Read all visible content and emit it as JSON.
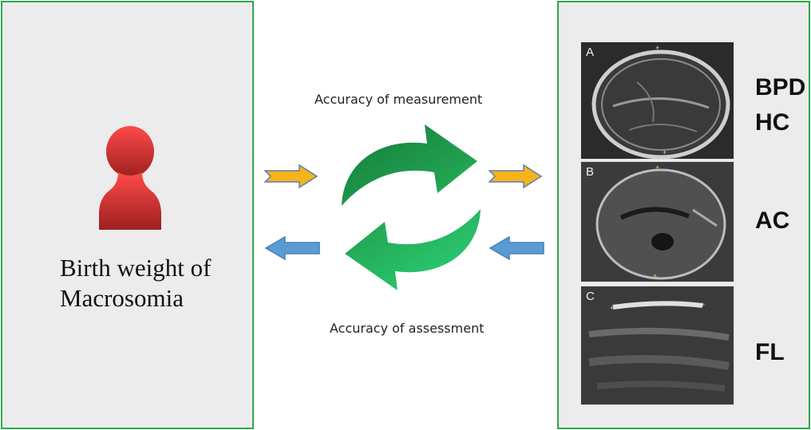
{
  "left_panel": {
    "caption_line1": "Birth weight of",
    "caption_line2": "Macrosomia",
    "icon": "person-icon"
  },
  "center": {
    "top_label": "Accuracy of measurement",
    "bottom_label": "Accuracy of assessment",
    "cycle_icon": "refresh-cycle-icon"
  },
  "right_panel": {
    "images": [
      {
        "letter": "A",
        "labels": [
          "BPD",
          "HC"
        ]
      },
      {
        "letter": "B",
        "labels": [
          "AC"
        ]
      },
      {
        "letter": "C",
        "labels": [
          "FL"
        ]
      }
    ]
  },
  "colors": {
    "panel_border": "#2ea84a",
    "panel_fill": "#ececec",
    "forward_arrow": "#f5b41c",
    "backward_arrow": "#5b9bd5",
    "cycle_green_dark": "#1e8a3c",
    "cycle_green_light": "#22c46a",
    "person_top": "#ff4a4a",
    "person_bottom": "#9e2020"
  }
}
